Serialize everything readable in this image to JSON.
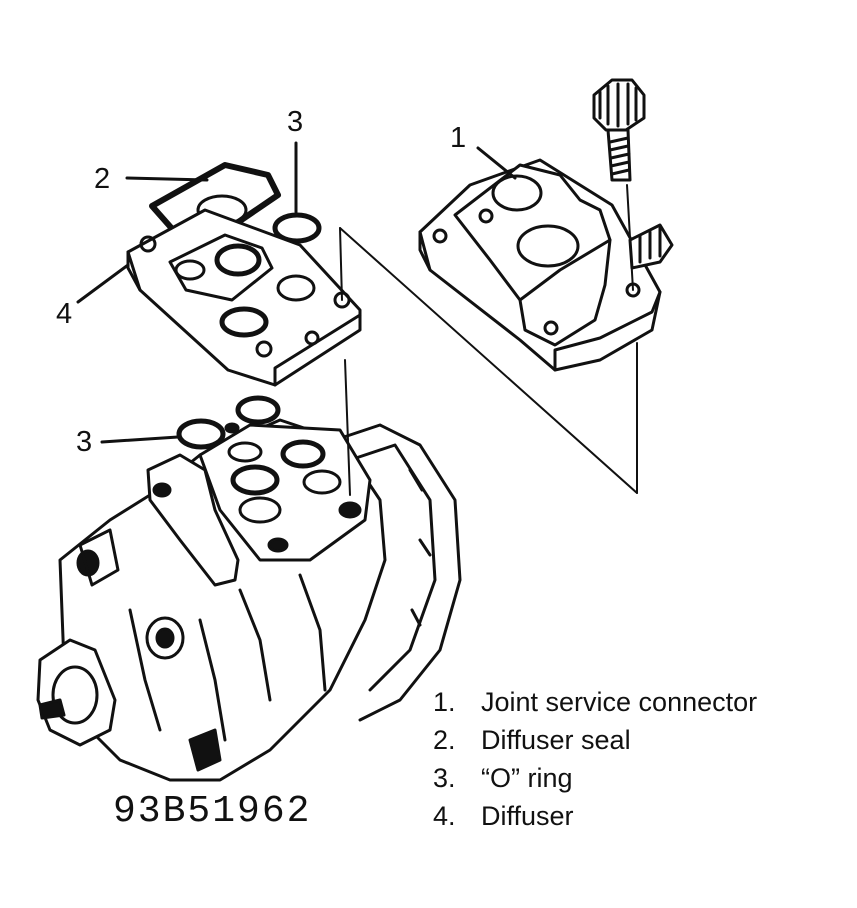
{
  "callouts": {
    "c1": "1",
    "c2": "2",
    "c3_top": "3",
    "c3_left": "3",
    "c4": "4"
  },
  "legend": [
    {
      "num": "1.",
      "label": "Joint service connector"
    },
    {
      "num": "2.",
      "label": "Diffuser seal"
    },
    {
      "num": "3.",
      "label": "“O” ring"
    },
    {
      "num": "4.",
      "label": "Diffuser"
    }
  ],
  "figure_id": "93B51962"
}
